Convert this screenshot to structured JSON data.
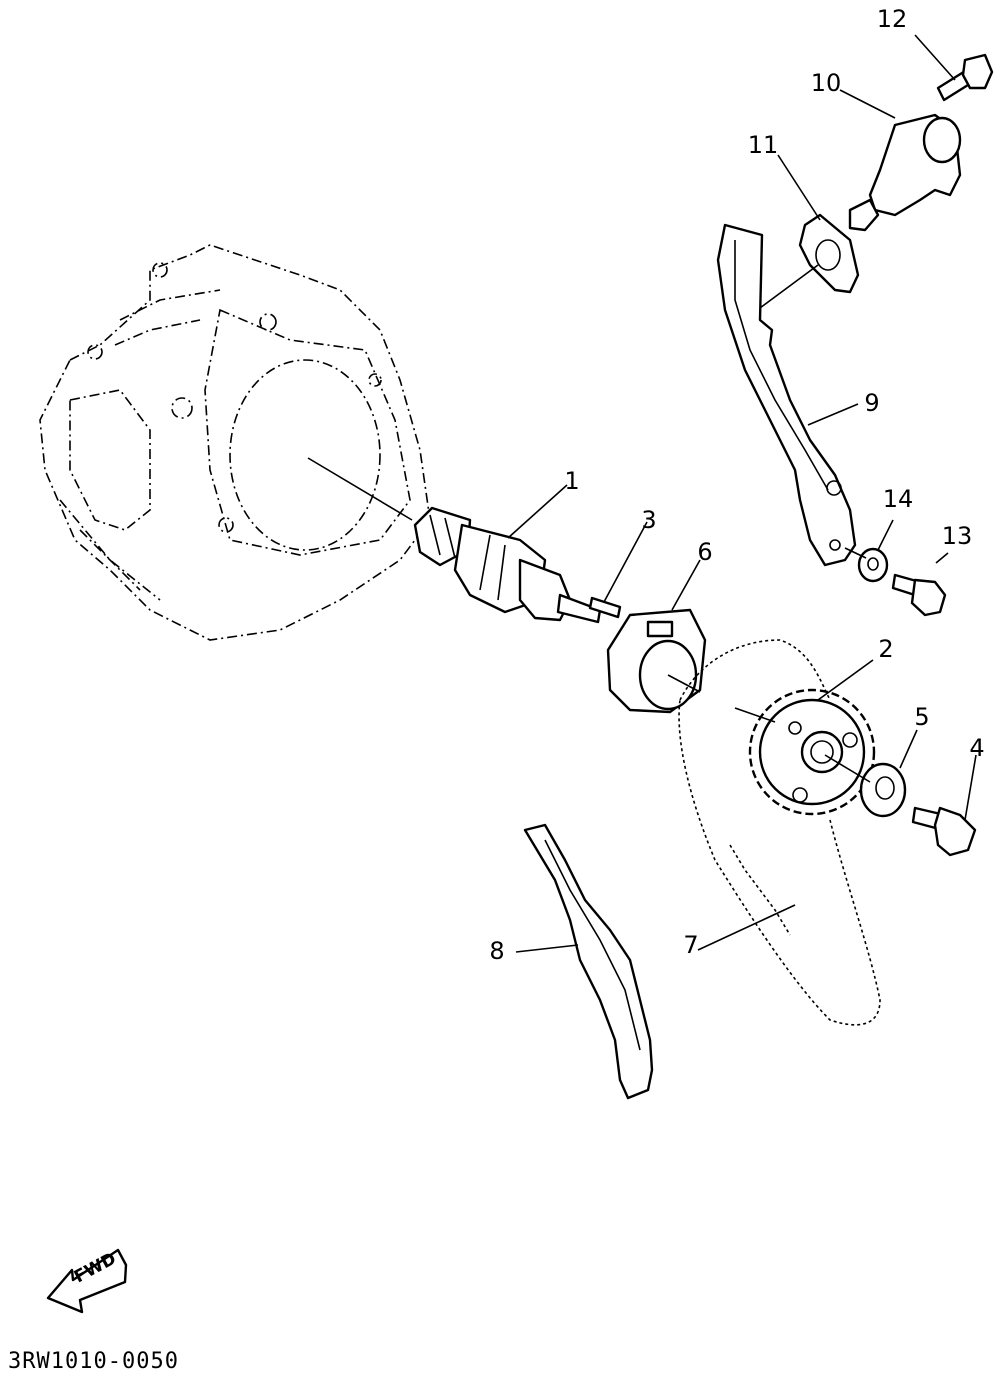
{
  "callouts": [
    {
      "id": "1",
      "label": "1"
    },
    {
      "id": "2",
      "label": "2"
    },
    {
      "id": "3",
      "label": "3"
    },
    {
      "id": "4",
      "label": "4"
    },
    {
      "id": "5",
      "label": "5"
    },
    {
      "id": "6",
      "label": "6"
    },
    {
      "id": "7",
      "label": "7"
    },
    {
      "id": "8",
      "label": "8"
    },
    {
      "id": "9",
      "label": "9"
    },
    {
      "id": "10",
      "label": "10"
    },
    {
      "id": "11",
      "label": "11"
    },
    {
      "id": "12",
      "label": "12"
    },
    {
      "id": "13",
      "label": "13"
    },
    {
      "id": "14",
      "label": "14"
    }
  ],
  "fwd_arrow": {
    "label": "FWD"
  },
  "diagram_code": "3RW1010-0050"
}
